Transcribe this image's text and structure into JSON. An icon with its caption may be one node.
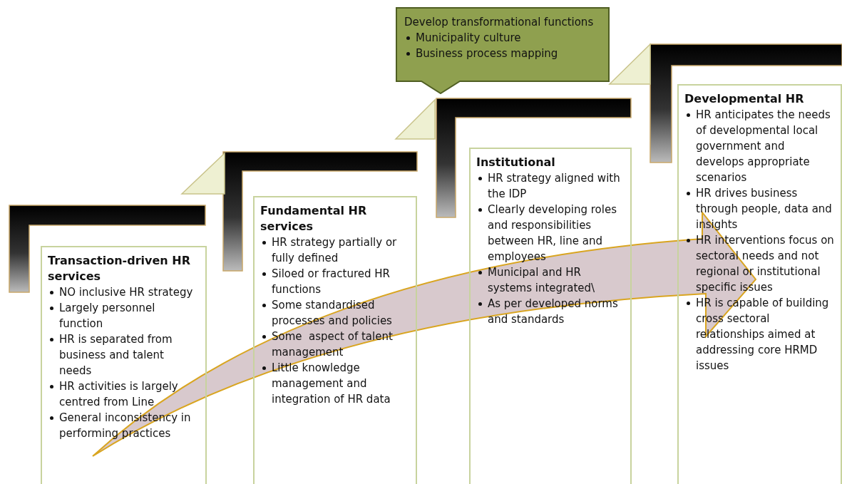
{
  "diagram": {
    "nodes": [
      {
        "text": [
          "Develop transformational functions",
          "Municipality culture",
          "Business process mapping"
        ]
      },
      {
        "text": [
          "Transaction-driven HR services",
          "NO inclusive HR strategy",
          "Largely personnel function",
          "HR is separated from business and talent needs",
          "HR activities is largely centred from Line",
          "General inconsistency in performing practices"
        ]
      },
      {
        "text": [
          "Fundamental HR services",
          "HR strategy partially or fully defined",
          "Siloed or fractured HR functions",
          "Some standardised processes and policies",
          "Some  aspect of talent management",
          "Little knowledge management and integration of HR data"
        ]
      },
      {
        "text": [
          "Institutional",
          "HR strategy aligned with the IDP",
          "Clearly developing roles and responsibilities between HR, line and employees",
          "Municipal and HR systems integrated\\",
          "As per developed norms and standards"
        ]
      },
      {
        "text": [
          "Developmental HR",
          "HR anticipates the needs of developmental local government and develops appropriate scenarios",
          "HR drives business through people, data and insights",
          "HR interventions focus on sectoral needs and not regional or institutional specific issues",
          "HR is capable of building cross sectoral relationships aimed at addressing core HRMD issues"
        ]
      }
    ],
    "edges": [
      {
        "from": 1,
        "to": 4,
        "arrow": "to"
      }
    ]
  }
}
